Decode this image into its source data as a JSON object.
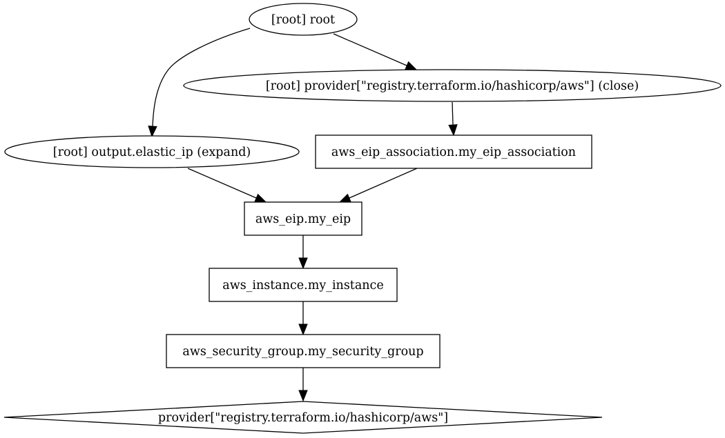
{
  "graph": {
    "nodes": [
      {
        "id": "root",
        "label": "[root] root",
        "shape": "ellipse"
      },
      {
        "id": "provider_close",
        "label": "[root] provider[\"registry.terraform.io/hashicorp/aws\"] (close)",
        "shape": "ellipse"
      },
      {
        "id": "output_elastic_ip",
        "label": "[root] output.elastic_ip (expand)",
        "shape": "ellipse"
      },
      {
        "id": "eip_association",
        "label": "aws_eip_association.my_eip_association",
        "shape": "box"
      },
      {
        "id": "eip",
        "label": "aws_eip.my_eip",
        "shape": "box"
      },
      {
        "id": "instance",
        "label": "aws_instance.my_instance",
        "shape": "box"
      },
      {
        "id": "security_group",
        "label": "aws_security_group.my_security_group",
        "shape": "box"
      },
      {
        "id": "provider",
        "label": "provider[\"registry.terraform.io/hashicorp/aws\"]",
        "shape": "diamond"
      }
    ],
    "edges": [
      {
        "from": "root",
        "to": "output_elastic_ip"
      },
      {
        "from": "root",
        "to": "provider_close"
      },
      {
        "from": "provider_close",
        "to": "eip_association"
      },
      {
        "from": "output_elastic_ip",
        "to": "eip"
      },
      {
        "from": "eip_association",
        "to": "eip"
      },
      {
        "from": "eip",
        "to": "instance"
      },
      {
        "from": "instance",
        "to": "security_group"
      },
      {
        "from": "security_group",
        "to": "provider"
      }
    ]
  }
}
